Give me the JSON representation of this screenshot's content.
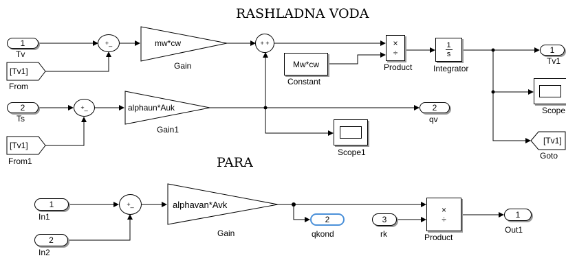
{
  "titles": {
    "water": "RASHLADNA VODA",
    "steam": "PARA"
  },
  "top": {
    "in_tv": {
      "num": "1",
      "label": "Tv"
    },
    "from": {
      "text": "[Tv1]",
      "label": "From"
    },
    "sum1": {
      "signs": "+_"
    },
    "gain": {
      "text": "mw*cw",
      "label": "Gain"
    },
    "sum3": {
      "signs": "+ +"
    },
    "constant": {
      "text": "Mw*cw",
      "label": "Constant"
    },
    "product": {
      "mul": "×",
      "div": "÷",
      "label": "Product"
    },
    "integrator": {
      "num": "1",
      "den": "s",
      "label": "Integrator"
    },
    "out_tv1": {
      "num": "1",
      "label": "Tv1"
    },
    "scope": {
      "label": "Scope"
    },
    "goto": {
      "text": "[Tv1]",
      "label": "Goto"
    },
    "in_ts": {
      "num": "2",
      "label": "Ts"
    },
    "from1": {
      "text": "[Tv1]",
      "label": "From1"
    },
    "sum2": {
      "signs": "+_"
    },
    "gain1": {
      "text": "alphaun*Auk",
      "label": "Gain1"
    },
    "out_qv": {
      "num": "2",
      "label": "qv"
    },
    "scope1": {
      "label": "Scope1"
    }
  },
  "bottom": {
    "in1": {
      "num": "1",
      "label": "In1"
    },
    "in2": {
      "num": "2",
      "label": "In2"
    },
    "sum": {
      "signs": "+_"
    },
    "gain": {
      "text": "alphavan*Avk",
      "label": "Gain"
    },
    "qkond": {
      "num": "2",
      "label": "qkond"
    },
    "rk": {
      "num": "3",
      "label": "rk"
    },
    "product": {
      "mul": "×",
      "div": "÷",
      "label": "Product"
    },
    "out1": {
      "num": "1",
      "label": "Out1"
    }
  },
  "colors": {
    "line": "#000000",
    "selection": "#4a90d9",
    "shadow": "#9a9a9a"
  }
}
